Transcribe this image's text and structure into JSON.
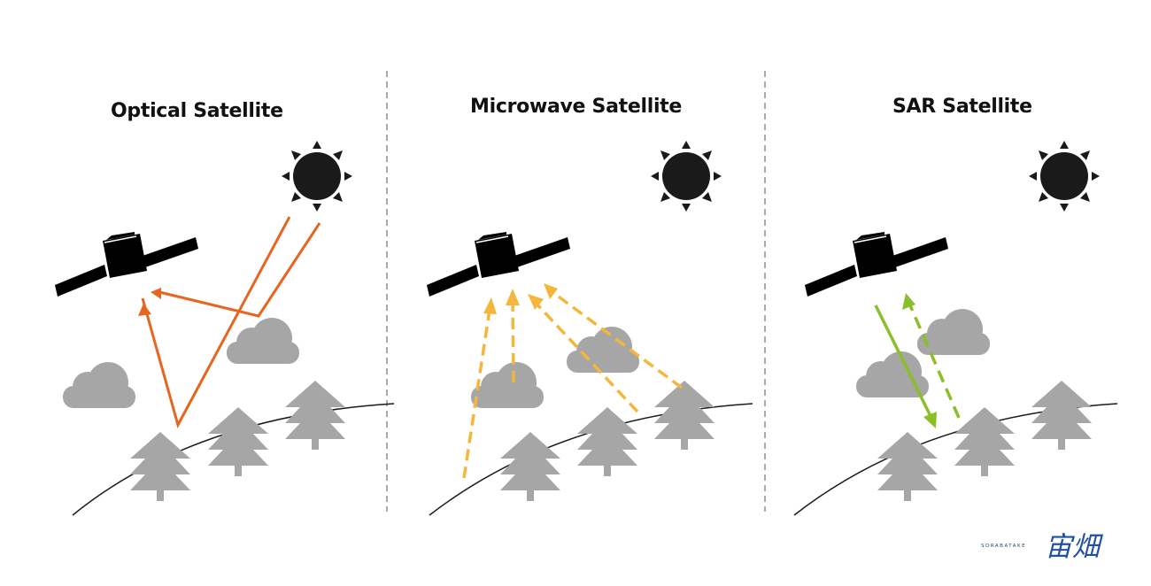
{
  "panels": [
    {
      "id": "optical",
      "title": "Optical Satellite",
      "beam_color": "#e8641f"
    },
    {
      "id": "microwave",
      "title": "Microwave Satellite",
      "beam_color": "#f5b73b"
    },
    {
      "id": "sar",
      "title": "SAR Satellite",
      "beam_color": "#8bbf2a"
    }
  ],
  "logo": {
    "small_text": "SORABATAKE",
    "big_text": "宙畑"
  },
  "colors": {
    "sun": "#1a1a1a",
    "tree": "#a6a6a6",
    "cloud": "#a6a6a6",
    "divider": "#aaaaaa"
  }
}
